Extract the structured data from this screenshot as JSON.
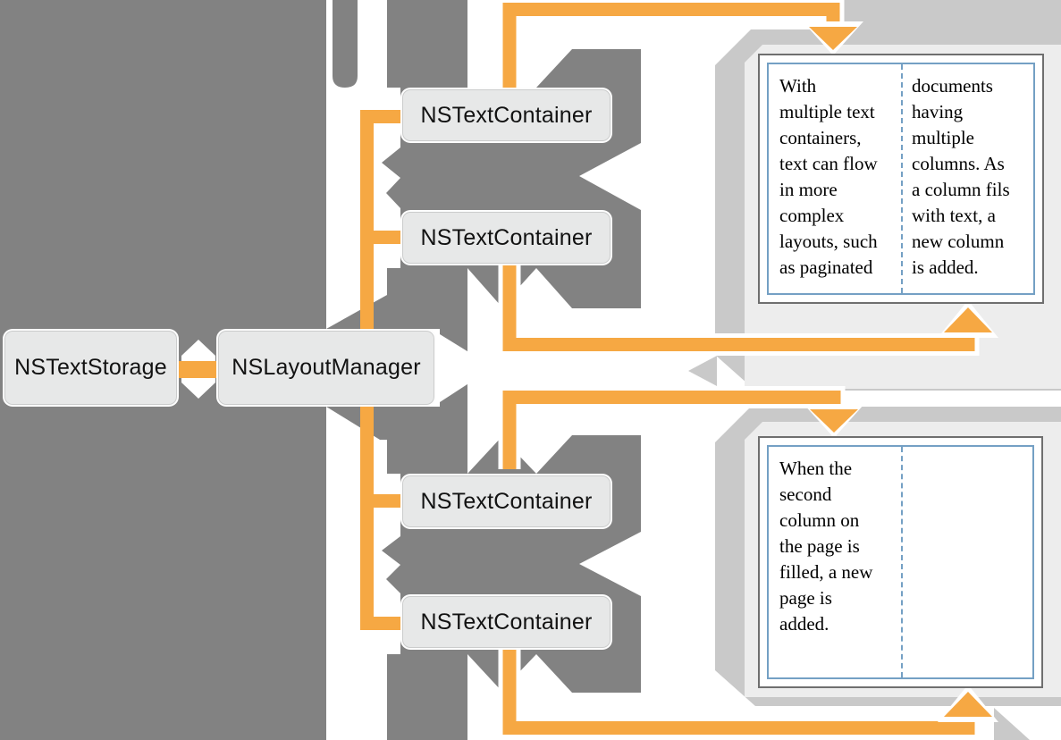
{
  "nodes": {
    "text_storage": "NSTextStorage",
    "layout_manager": "NSLayoutManager",
    "text_container": "NSTextContainer"
  },
  "pages": {
    "page1": {
      "left_column": "With\nmultiple text\ncontainers,\ntext can flow\nin more\ncomplex\nlayouts, such\nas paginated",
      "right_column": "documents\nhaving\nmultiple\ncolumns. As\na column fils\nwith text, a\nnew column\nis added."
    },
    "page2": {
      "left_column": "When the\nsecond\ncolumn on\nthe page is\nfilled, a new\npage is\nadded.",
      "right_column": ""
    }
  },
  "colors": {
    "arrow_orange": "#F6A843",
    "dark_gray_silhouette": "#828282",
    "backdrop_gray": "#C9C9C9",
    "panel_gray": "#EDEDED",
    "node_fill": "#E7E8E8",
    "page_border_gray": "#6F6F6F",
    "page_column_blue": "#74A0C4"
  }
}
